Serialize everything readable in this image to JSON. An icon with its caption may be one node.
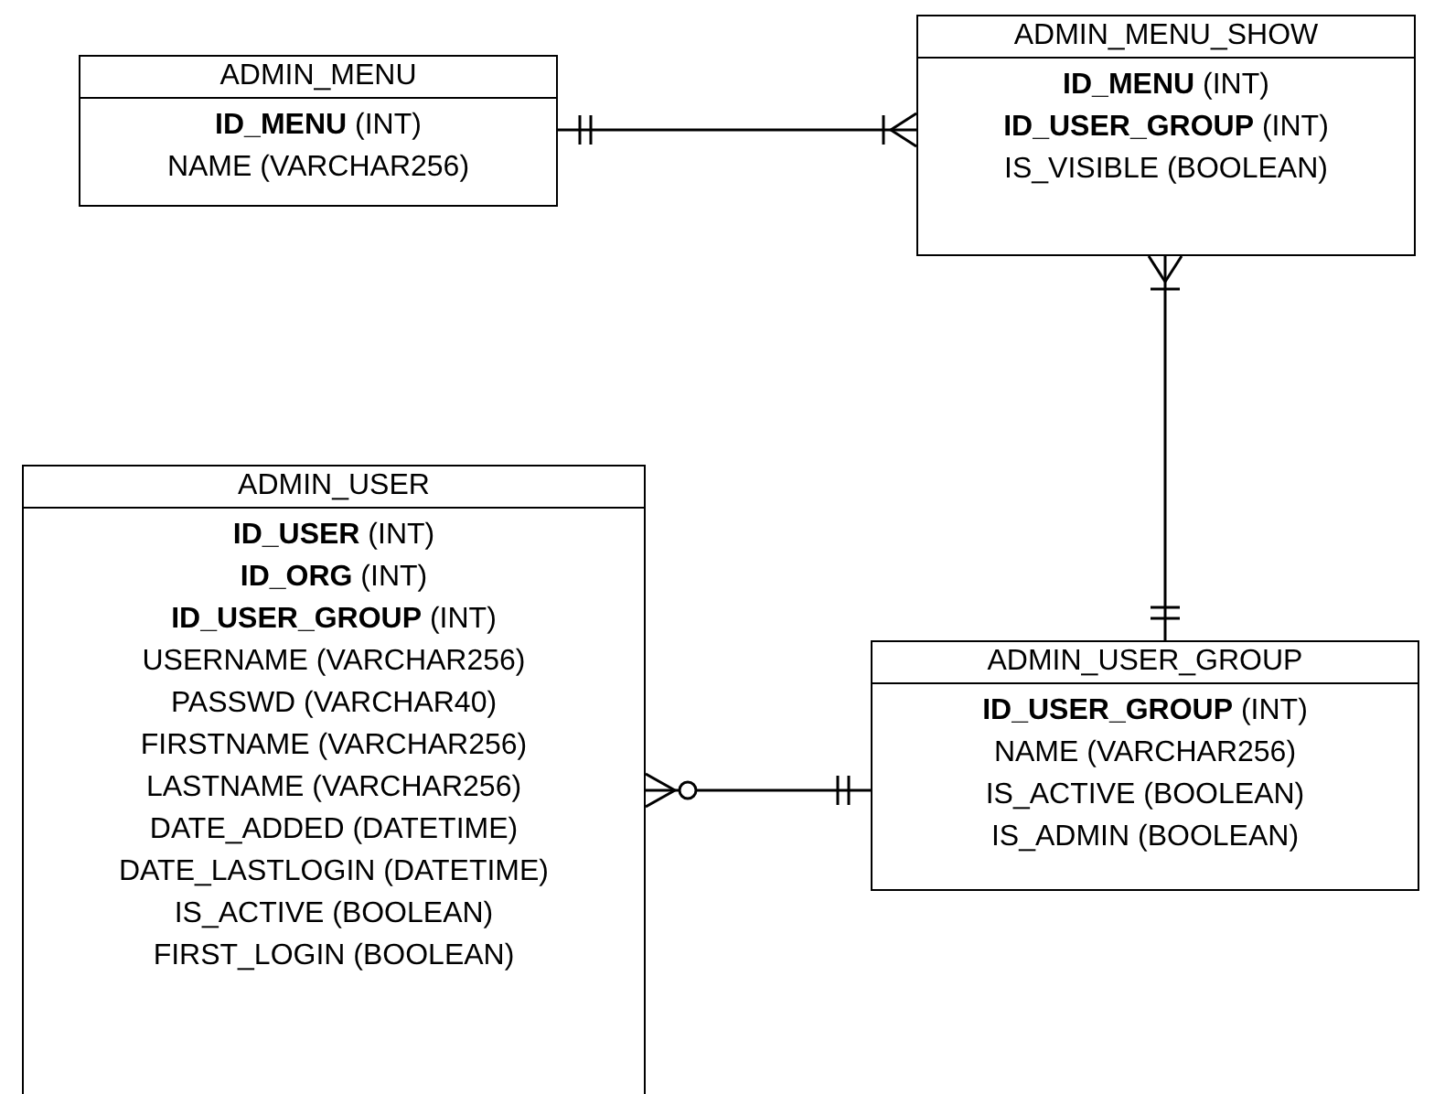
{
  "diagram": {
    "nodes": [
      {
        "text": [
          "ADMIN_MENU",
          "**ID_MENU** (INT)",
          "NAME (VARCHAR256)"
        ]
      },
      {
        "text": [
          "ADMIN_MENU_SHOW",
          "**ID_MENU** (INT)",
          "**ID_USER_GROUP** (INT)",
          "IS_VISIBLE (BOOLEAN)"
        ]
      },
      {
        "text": [
          "ADMIN_USER",
          "**ID_USER** (INT)",
          "**ID_ORG** (INT)",
          "**ID_USER_GROUP** (INT)",
          "USERNAME (VARCHAR256)",
          "PASSWD (VARCHAR40)",
          "FIRSTNAME (VARCHAR256)",
          "LASTNAME (VARCHAR256)",
          "DATE_ADDED (DATETIME)",
          "DATE_LASTLOGIN (DATETIME)",
          "IS_ACTIVE (BOOLEAN)",
          "FIRST_LOGIN (BOOLEAN)"
        ]
      },
      {
        "text": [
          "ADMIN_USER_GROUP",
          "**ID_USER_GROUP** (INT)",
          "NAME (VARCHAR256)",
          "IS_ACTIVE (BOOLEAN)",
          "IS_ADMIN (BOOLEAN)"
        ]
      }
    ],
    "edges": [
      {
        "from": 0,
        "to": 1,
        "arrow": "other"
      },
      {
        "from": 1,
        "to": 3,
        "arrow": "other"
      },
      {
        "from": 2,
        "to": 3,
        "arrow": "other"
      }
    ]
  }
}
